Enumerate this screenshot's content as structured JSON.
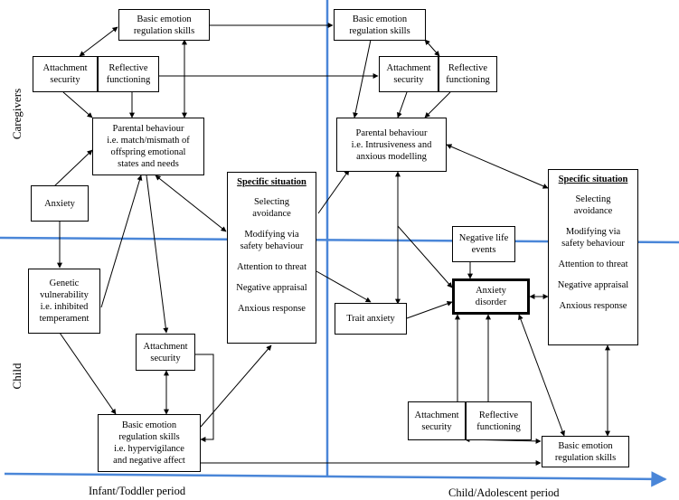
{
  "labels": {
    "caregivers": "Caregivers",
    "child": "Child",
    "infant_period": "Infant/Toddler period",
    "child_period": "Child/Adolescent period"
  },
  "left": {
    "basic_emotion": "Basic emotion\nregulation skills",
    "attachment": "Attachment\nsecurity",
    "reflective": "Reflective\nfunctioning",
    "parental": "Parental behaviour\ni.e. match/mismath of\noffspring emotional\nstates and needs",
    "anxiety": "Anxiety",
    "genetic": "Genetic\nvulnerability\ni.e. inhibited\ntemperament",
    "child_attachment": "Attachment\nsecurity",
    "child_basic_emotion": "Basic emotion\nregulation skills\ni.e. hypervigilance\nand negative affect"
  },
  "specific_left": {
    "heading": "Specific situation",
    "items": [
      "Selecting\navoidance",
      "Modifying via\nsafety behaviour",
      "Attention to threat",
      "Negative appraisal",
      "Anxious response"
    ]
  },
  "right": {
    "basic_emotion": "Basic emotion\nregulation skills",
    "attachment": "Attachment\nsecurity",
    "reflective": "Reflective\nfunctioning",
    "parental": "Parental behaviour\ni.e. Intrusiveness and\nanxious modelling",
    "negative_life": "Negative life\nevents",
    "anxiety_disorder": "Anxiety\ndisorder",
    "trait_anxiety": "Trait anxiety",
    "child_attachment": "Attachment\nsecurity",
    "child_reflective": "Reflective\nfunctioning",
    "child_basic_emotion": "Basic emotion\nregulation skills"
  },
  "specific_right": {
    "heading": "Specific situation",
    "items": [
      "Selecting\navoidance",
      "Modifying via\nsafety behaviour",
      "Attention to threat",
      "Negative appraisal",
      "Anxious response"
    ]
  },
  "colors": {
    "divider": "#4a86d8",
    "line": "#000000"
  }
}
